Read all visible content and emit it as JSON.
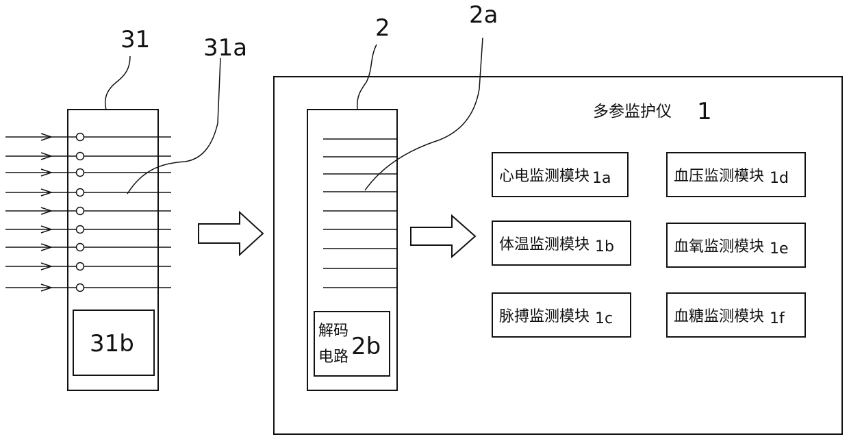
{
  "labels": {
    "connector_ref": "31",
    "contacts_ref": "31a",
    "chip_ref": "31b",
    "decoder_ref": "2",
    "decoder_lines_ref": "2a",
    "decode_circuit_line1": "解码",
    "decode_circuit_line2": "电路",
    "decode_circuit_ref": "2b",
    "monitor_title": "多参监护仪",
    "monitor_ref": "1"
  },
  "modules": [
    {
      "name": "心电监测模块",
      "ref": "1a"
    },
    {
      "name": "血压监测模块",
      "ref": "1d"
    },
    {
      "name": "体温监测模块",
      "ref": "1b"
    },
    {
      "name": "血氧监测模块",
      "ref": "1e"
    },
    {
      "name": "脉搏监测模块",
      "ref": "1c"
    },
    {
      "name": "血糖监测模块",
      "ref": "1f"
    }
  ]
}
